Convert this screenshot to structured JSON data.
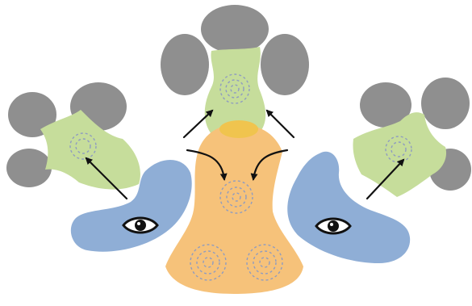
{
  "diagram": {
    "colors": {
      "background": "#ffffff",
      "gray_lobe": "#8f8f8f",
      "green_region": "#c6dd9b",
      "orange_region": "#f6c27a",
      "overlap": "#f0c44e",
      "blue_region": "#8faed6",
      "dashed_ring": "#8f9cc0",
      "arrow": "#111111",
      "eye": "#111111"
    },
    "icons": [
      "eye-icon",
      "eye-icon"
    ],
    "regions": [
      "gray-lobe",
      "green-region",
      "orange-region",
      "blue-region"
    ],
    "arrow_count": 6
  }
}
